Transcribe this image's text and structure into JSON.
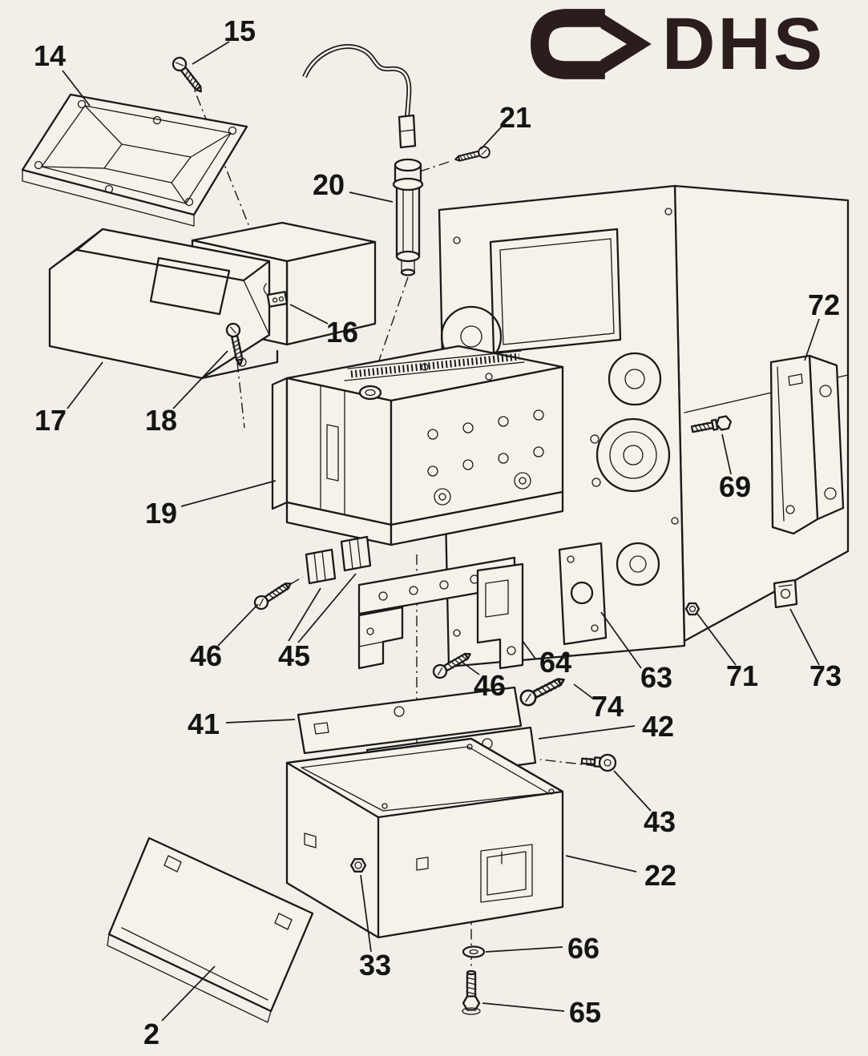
{
  "logo": {
    "text": "DHS",
    "color": "#2c1d1d",
    "icon": "dhs-arrow-icon"
  },
  "diagram": {
    "type": "exploded-parts-diagram",
    "background_color": "#f2efe8",
    "line_color": "#1a1a1a",
    "labels": [
      {
        "part": "14"
      },
      {
        "part": "15"
      },
      {
        "part": "21"
      },
      {
        "part": "20"
      },
      {
        "part": "16"
      },
      {
        "part": "17"
      },
      {
        "part": "18"
      },
      {
        "part": "72"
      },
      {
        "part": "19"
      },
      {
        "part": "69"
      },
      {
        "part": "46"
      },
      {
        "part": "45"
      },
      {
        "part": "64"
      },
      {
        "part": "46"
      },
      {
        "part": "63"
      },
      {
        "part": "71"
      },
      {
        "part": "73"
      },
      {
        "part": "74"
      },
      {
        "part": "41"
      },
      {
        "part": "42"
      },
      {
        "part": "43"
      },
      {
        "part": "22"
      },
      {
        "part": "33"
      },
      {
        "part": "66"
      },
      {
        "part": "65"
      },
      {
        "part": "2"
      }
    ]
  }
}
